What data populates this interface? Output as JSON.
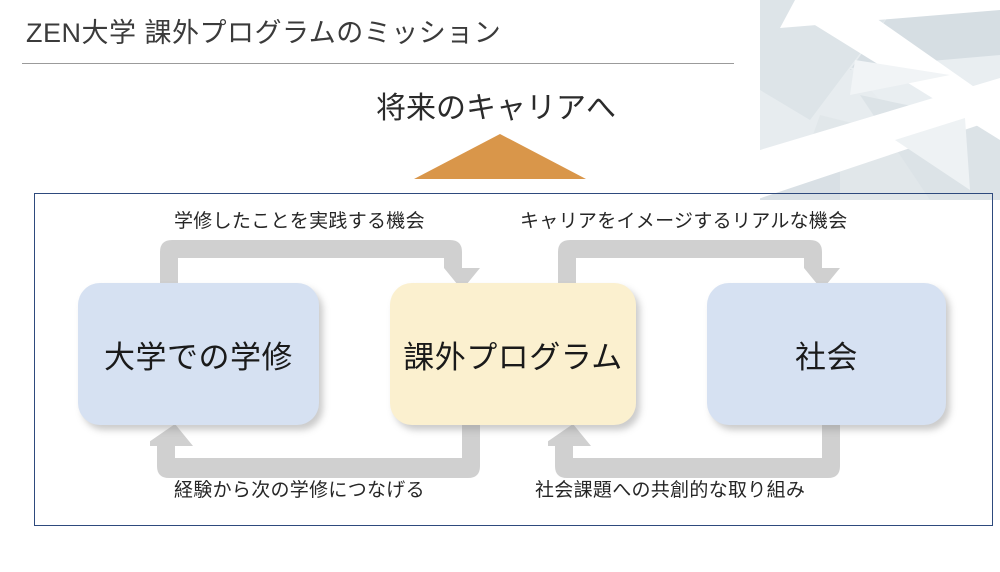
{
  "slide": {
    "title": "ZEN大学 課外プログラムのミッション",
    "headline": "将来のキャリアへ",
    "frame_border_color": "#2e4a7d",
    "arrow_color": "#d0d0d0",
    "triangle_color": "#d9964a",
    "box_blue": "#d6e1f2",
    "box_cream": "#fbf0cf",
    "decor_color": "#dfe5e9"
  },
  "boxes": [
    {
      "id": "university",
      "label": "大学での学修",
      "color": "#d6e1f2"
    },
    {
      "id": "program",
      "label": "課外プログラム",
      "color": "#fbf0cf"
    },
    {
      "id": "society",
      "label": "社会",
      "color": "#d6e1f2"
    }
  ],
  "connectors": [
    {
      "id": "top-left",
      "label": "学修したことを実践する機会",
      "from": "university",
      "to": "program",
      "direction": "right"
    },
    {
      "id": "top-right",
      "label": "キャリアをイメージするリアルな機会",
      "from": "program",
      "to": "society",
      "direction": "right"
    },
    {
      "id": "bot-left",
      "label": "経験から次の学修につなげる",
      "from": "program",
      "to": "university",
      "direction": "left"
    },
    {
      "id": "bot-right",
      "label": "社会課題への共創的な取り組み",
      "from": "society",
      "to": "program",
      "direction": "left"
    }
  ]
}
